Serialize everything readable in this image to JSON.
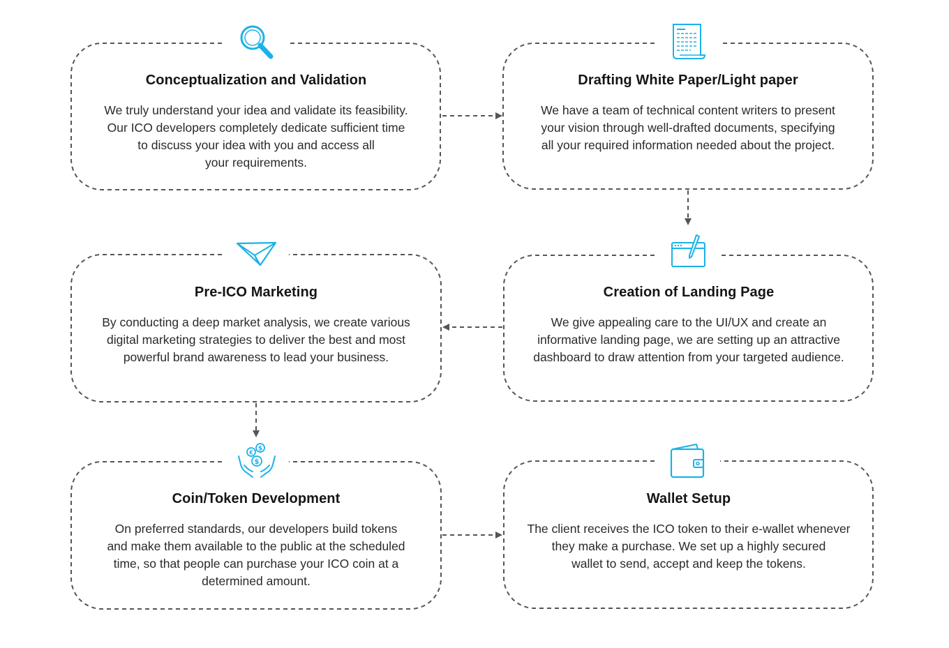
{
  "colors": {
    "accent": "#1ab2e8",
    "border": "#555555",
    "text": "#222222"
  },
  "steps": [
    {
      "id": "conceptualization",
      "icon": "magnifier-icon",
      "title": "Conceptualization and Validation",
      "lines": [
        "We truly understand your idea and validate its feasibility.",
        "Our ICO developers completely dedicate sufficient time",
        "to discuss your idea with you and access all",
        "your requirements."
      ]
    },
    {
      "id": "white-paper",
      "icon": "document-icon",
      "title": "Drafting White Paper/Light paper",
      "lines": [
        "We have a team of technical content writers to present",
        "your vision through well-drafted documents, specifying",
        "all your required information needed about the project."
      ]
    },
    {
      "id": "landing-page",
      "icon": "browser-pen-icon",
      "title": "Creation of Landing Page",
      "lines": [
        "We give appealing care to the UI/UX and create an",
        "informative landing page, we are setting up an attractive",
        "dashboard to draw attention from your targeted audience."
      ]
    },
    {
      "id": "pre-ico-marketing",
      "icon": "paper-plane-icon",
      "title": "Pre-ICO Marketing",
      "lines": [
        "By conducting a deep market analysis, we create various",
        "digital marketing strategies to deliver the best and most",
        "powerful brand awareness to lead your business."
      ]
    },
    {
      "id": "token-development",
      "icon": "hands-coins-icon",
      "title": "Coin/Token Development",
      "lines": [
        "On preferred standards, our developers build tokens",
        "and make them available to the public at the scheduled",
        "time, so that people can purchase your ICO coin at a",
        "determined amount."
      ]
    },
    {
      "id": "wallet-setup",
      "icon": "wallet-icon",
      "title": "Wallet Setup",
      "lines": [
        "The client receives the ICO token to their e-wallet whenever",
        "they make a purchase. We set up a highly secured",
        "wallet to send, accept and keep the tokens."
      ]
    }
  ]
}
